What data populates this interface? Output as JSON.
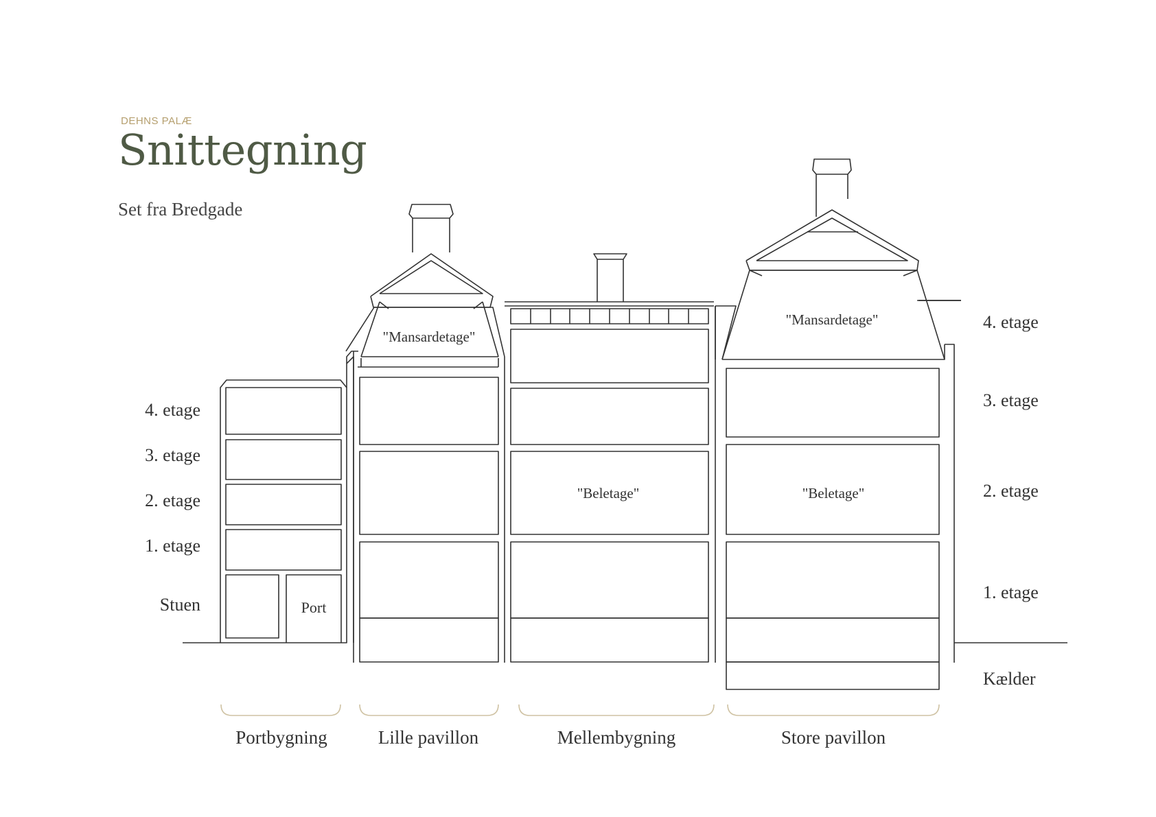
{
  "header": {
    "kicker": "DEHNS PALÆ",
    "title": "Snittegning",
    "subtitle": "Set fra Bredgade"
  },
  "levels_left": {
    "e4": "4. etage",
    "e3": "3. etage",
    "e2": "2. etage",
    "e1": "1. etage",
    "ground": "Stuen"
  },
  "levels_right": {
    "e4": "4. etage",
    "e3": "3. etage",
    "e2": "2. etage",
    "e1": "1. etage",
    "basement": "Kælder"
  },
  "room_labels": {
    "port": "Port",
    "mansard_small": "\"Mansardetage\"",
    "mansard_large": "\"Mansardetage\"",
    "beletage_middle": "\"Beletage\"",
    "beletage_large": "\"Beletage\""
  },
  "buildings": {
    "portbygning": "Portbygning",
    "lille_pavillon": "Lille pavillon",
    "mellembygning": "Mellembygning",
    "store_pavillon": "Store pavillon"
  },
  "colors": {
    "line": "#333333",
    "accent": "#b59f6e",
    "title": "#4f5a45",
    "bracket": "#cfc2a3"
  }
}
